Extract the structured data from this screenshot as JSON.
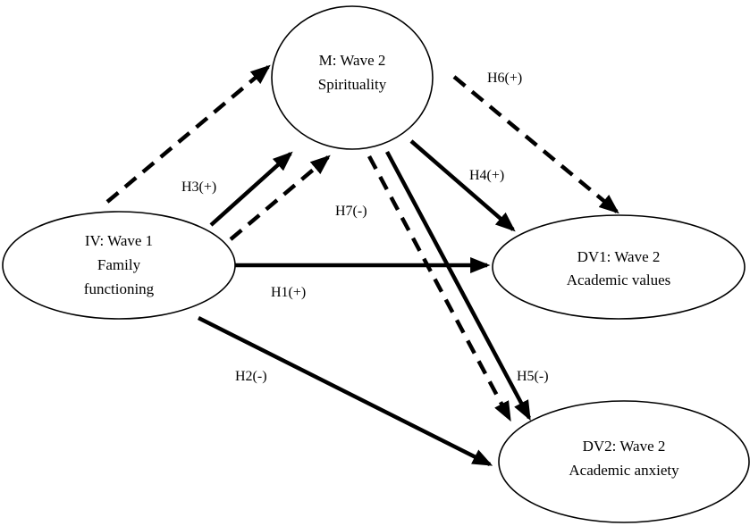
{
  "nodes": {
    "mediator": {
      "line1": "M: Wave 2",
      "line2": "Spirituality"
    },
    "iv": {
      "line1": "IV: Wave 1",
      "line2": "Family",
      "line3": "functioning"
    },
    "dv1": {
      "line1": "DV1: Wave 2",
      "line2": "Academic values"
    },
    "dv2": {
      "line1": "DV2: Wave 2",
      "line2": "Academic anxiety"
    }
  },
  "hypotheses": {
    "h1": "H1(+)",
    "h2": "H2(-)",
    "h3": "H3(+)",
    "h4": "H4(+)",
    "h5": "H5(-)",
    "h6": "H6(+)",
    "h7": "H7(-)"
  }
}
